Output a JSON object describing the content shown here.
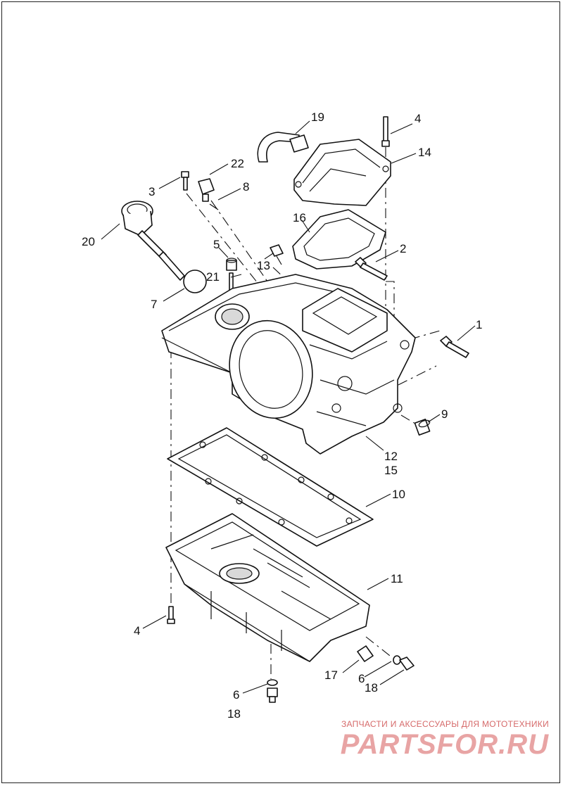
{
  "callouts": {
    "c1": "1",
    "c2": "2",
    "c3": "3",
    "c4a": "4",
    "c4b": "4",
    "c5": "5",
    "c6a": "6",
    "c6b": "6",
    "c7": "7",
    "c8": "8",
    "c9": "9",
    "c10": "10",
    "c11": "11",
    "c12": "12",
    "c13": "13",
    "c14": "14",
    "c15": "15",
    "c16": "16",
    "c17": "17",
    "c18a": "18",
    "c18b": "18",
    "c19": "19",
    "c20": "20",
    "c21": "21",
    "c22": "22"
  },
  "watermark": {
    "tagline": "ЗАПЧАСТИ И АКСЕССУАРЫ ДЛЯ МОТОТЕХНИКИ",
    "brand": "PARTSFOR.RU"
  },
  "colors": {
    "line": "#111111",
    "watermark": "#e8a4a4"
  }
}
